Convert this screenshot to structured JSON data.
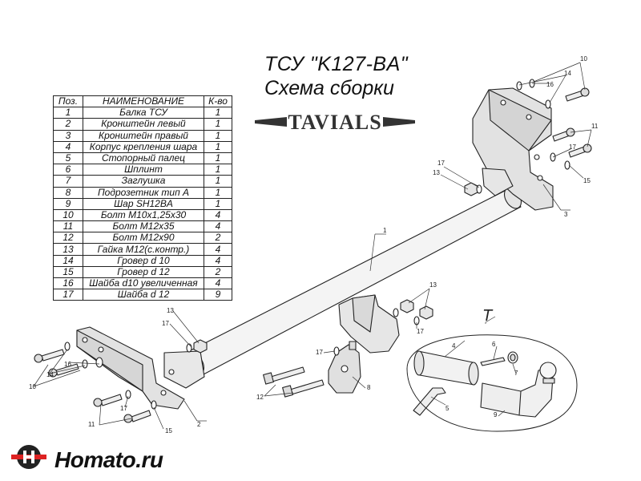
{
  "title": {
    "line1": "ТСУ \"K127-BA\"",
    "line2": "Схема сборки"
  },
  "brand": "TAVIALS",
  "watermark": "Homato.ru",
  "detail_letter": "T",
  "table": {
    "headers": [
      "Поз.",
      "НАИМЕНОВАНИЕ",
      "К-во"
    ],
    "rows": [
      [
        "1",
        "Балка ТСУ",
        "1"
      ],
      [
        "2",
        "Кронштейн левый",
        "1"
      ],
      [
        "3",
        "Кронштейн правый",
        "1"
      ],
      [
        "4",
        "Корпус крепления шара",
        "1"
      ],
      [
        "5",
        "Стопорный палец",
        "1"
      ],
      [
        "6",
        "Шплинт",
        "1"
      ],
      [
        "7",
        "Заглушка",
        "1"
      ],
      [
        "8",
        "Подрозетник тип А",
        "1"
      ],
      [
        "9",
        "Шар SH12BA",
        "1"
      ],
      [
        "10",
        "Болт М10х1,25х30",
        "4"
      ],
      [
        "11",
        "Болт М12х35",
        "4"
      ],
      [
        "12",
        "Болт М12х90",
        "2"
      ],
      [
        "13",
        "Гайка М12(с.контр.)",
        "4"
      ],
      [
        "14",
        "Гровер d 10",
        "4"
      ],
      [
        "15",
        "Гровер d 12",
        "2"
      ],
      [
        "16",
        "Шайба d10 увеличенная",
        "4"
      ],
      [
        "17",
        "Шайба d 12",
        "9"
      ]
    ]
  },
  "callouts": {
    "beam": "1",
    "left_bracket": "2",
    "right_bracket": "3",
    "ball_housing": "4",
    "stop_pin": "5",
    "cotter": "6",
    "plug": "7",
    "socket_plate": "8",
    "ball": "9",
    "bolt10_left": "10",
    "bolt10_right": "10",
    "bolt11_left": "11",
    "bolt11_right": "11",
    "bolt12": "12",
    "nut13_a": "13",
    "nut13_b": "13",
    "nut13_c": "13",
    "grover14_left": "14",
    "grover14_right": "14",
    "grover15_left": "15",
    "grover15_right": "15",
    "washer16_left": "16",
    "washer16_right": "16",
    "washer17_a": "17",
    "washer17_b": "17",
    "washer17_c": "17",
    "washer17_d": "17",
    "washer17_e": "17",
    "washer17_f": "17"
  }
}
